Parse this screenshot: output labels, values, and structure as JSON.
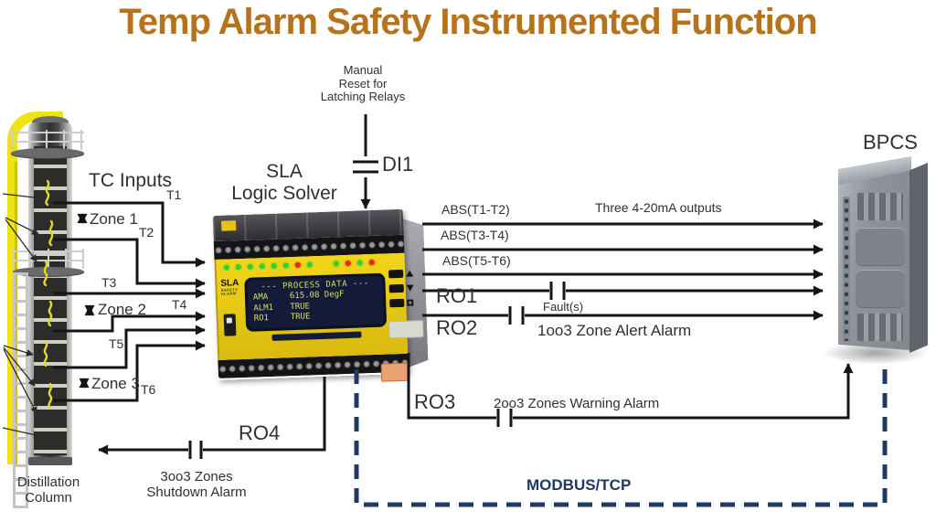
{
  "title": {
    "text": "Temp Alarm Safety Instrumented Function"
  },
  "column": {
    "tc_inputs": "TC Inputs",
    "taps": [
      "T1",
      "T2",
      "T3",
      "T4",
      "T5",
      "T6"
    ],
    "zones": [
      "Zone 1",
      "Zone 2",
      "Zone 3"
    ],
    "label_line1": "Distillation",
    "label_line2": "Column"
  },
  "sla": {
    "label_line1": "SLA",
    "label_line2": "Logic Solver",
    "logo": "SLA",
    "display": {
      "header": "--- PROCESS DATA ---",
      "rows": [
        {
          "label": "AMA",
          "value": "615.08 DegF"
        },
        {
          "label": "ALM1",
          "value": "TRUE"
        },
        {
          "label": "RO1",
          "value": "TRUE"
        }
      ]
    }
  },
  "reset": {
    "line1": "Manual",
    "line2": "Reset for",
    "line3": "Latching Relays",
    "di_label": "DI1"
  },
  "outputs": {
    "analog": [
      "ABS(T1-T2)",
      "ABS(T3-T4)",
      "ABS(T5-T6)"
    ],
    "analog_note": "Three 4-20mA outputs",
    "ro1": "RO1",
    "ro1_note": "Fault(s)",
    "ro2": "RO2",
    "ro2_note": "1oo3 Zone Alert Alarm",
    "ro3": "RO3",
    "ro3_note": "2oo3 Zones Warning Alarm",
    "ro4": "RO4",
    "ro4_note_line1": "3oo3 Zones",
    "ro4_note_line2": "Shutdown Alarm"
  },
  "bpcs": {
    "label": "BPCS"
  },
  "network": {
    "label": "MODBUS/TCP",
    "color": "#1f3864"
  },
  "colors": {
    "title": "#b5731e",
    "wire": "#151515"
  }
}
